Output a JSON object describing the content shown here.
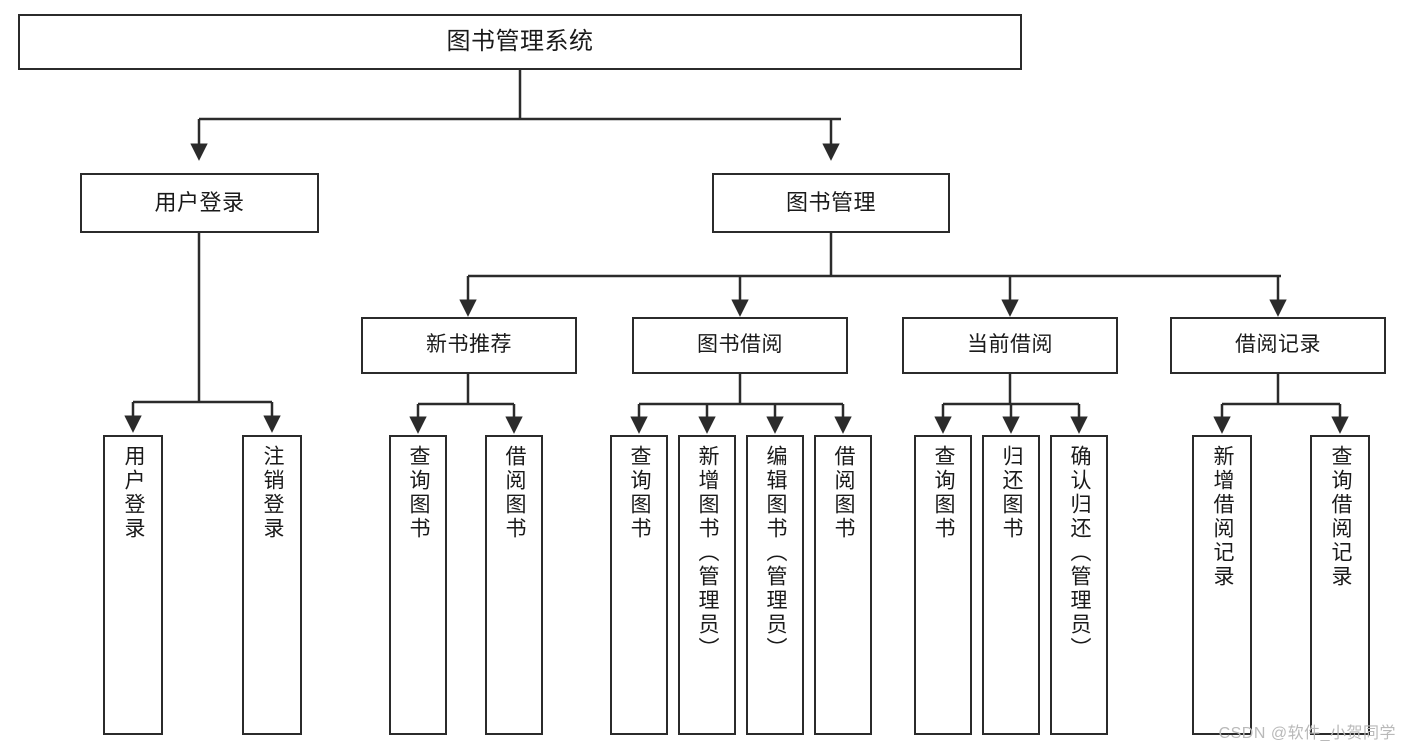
{
  "diagram": {
    "title": "图书管理系统",
    "type": "hierarchy-tree",
    "watermark": "CSDN @软件_小贺同学",
    "root": {
      "label": "图书管理系统"
    },
    "level1": [
      {
        "label": "用户登录"
      },
      {
        "label": "图书管理"
      }
    ],
    "level2": [
      {
        "label": "新书推荐"
      },
      {
        "label": "图书借阅"
      },
      {
        "label": "当前借阅"
      },
      {
        "label": "借阅记录"
      }
    ],
    "leaves": {
      "user_login": [
        {
          "label": "用户登录"
        },
        {
          "label": "注销登录"
        }
      ],
      "new_book_recommend": [
        {
          "label": "查询图书"
        },
        {
          "label": "借阅图书"
        }
      ],
      "book_borrow": [
        {
          "label": "查询图书"
        },
        {
          "label": "新增图书（管理员）"
        },
        {
          "label": "编辑图书（管理员）"
        },
        {
          "label": "借阅图书"
        }
      ],
      "current_borrow": [
        {
          "label": "查询图书"
        },
        {
          "label": "归还图书"
        },
        {
          "label": "确认归还（管理员）"
        }
      ],
      "borrow_record": [
        {
          "label": "新增借阅记录"
        },
        {
          "label": "查询借阅记录"
        }
      ]
    },
    "colors": {
      "stroke": "#2b2b2b",
      "fill": "#ffffff",
      "text": "#1a1a1a",
      "watermark": "#b9b9b9"
    }
  }
}
